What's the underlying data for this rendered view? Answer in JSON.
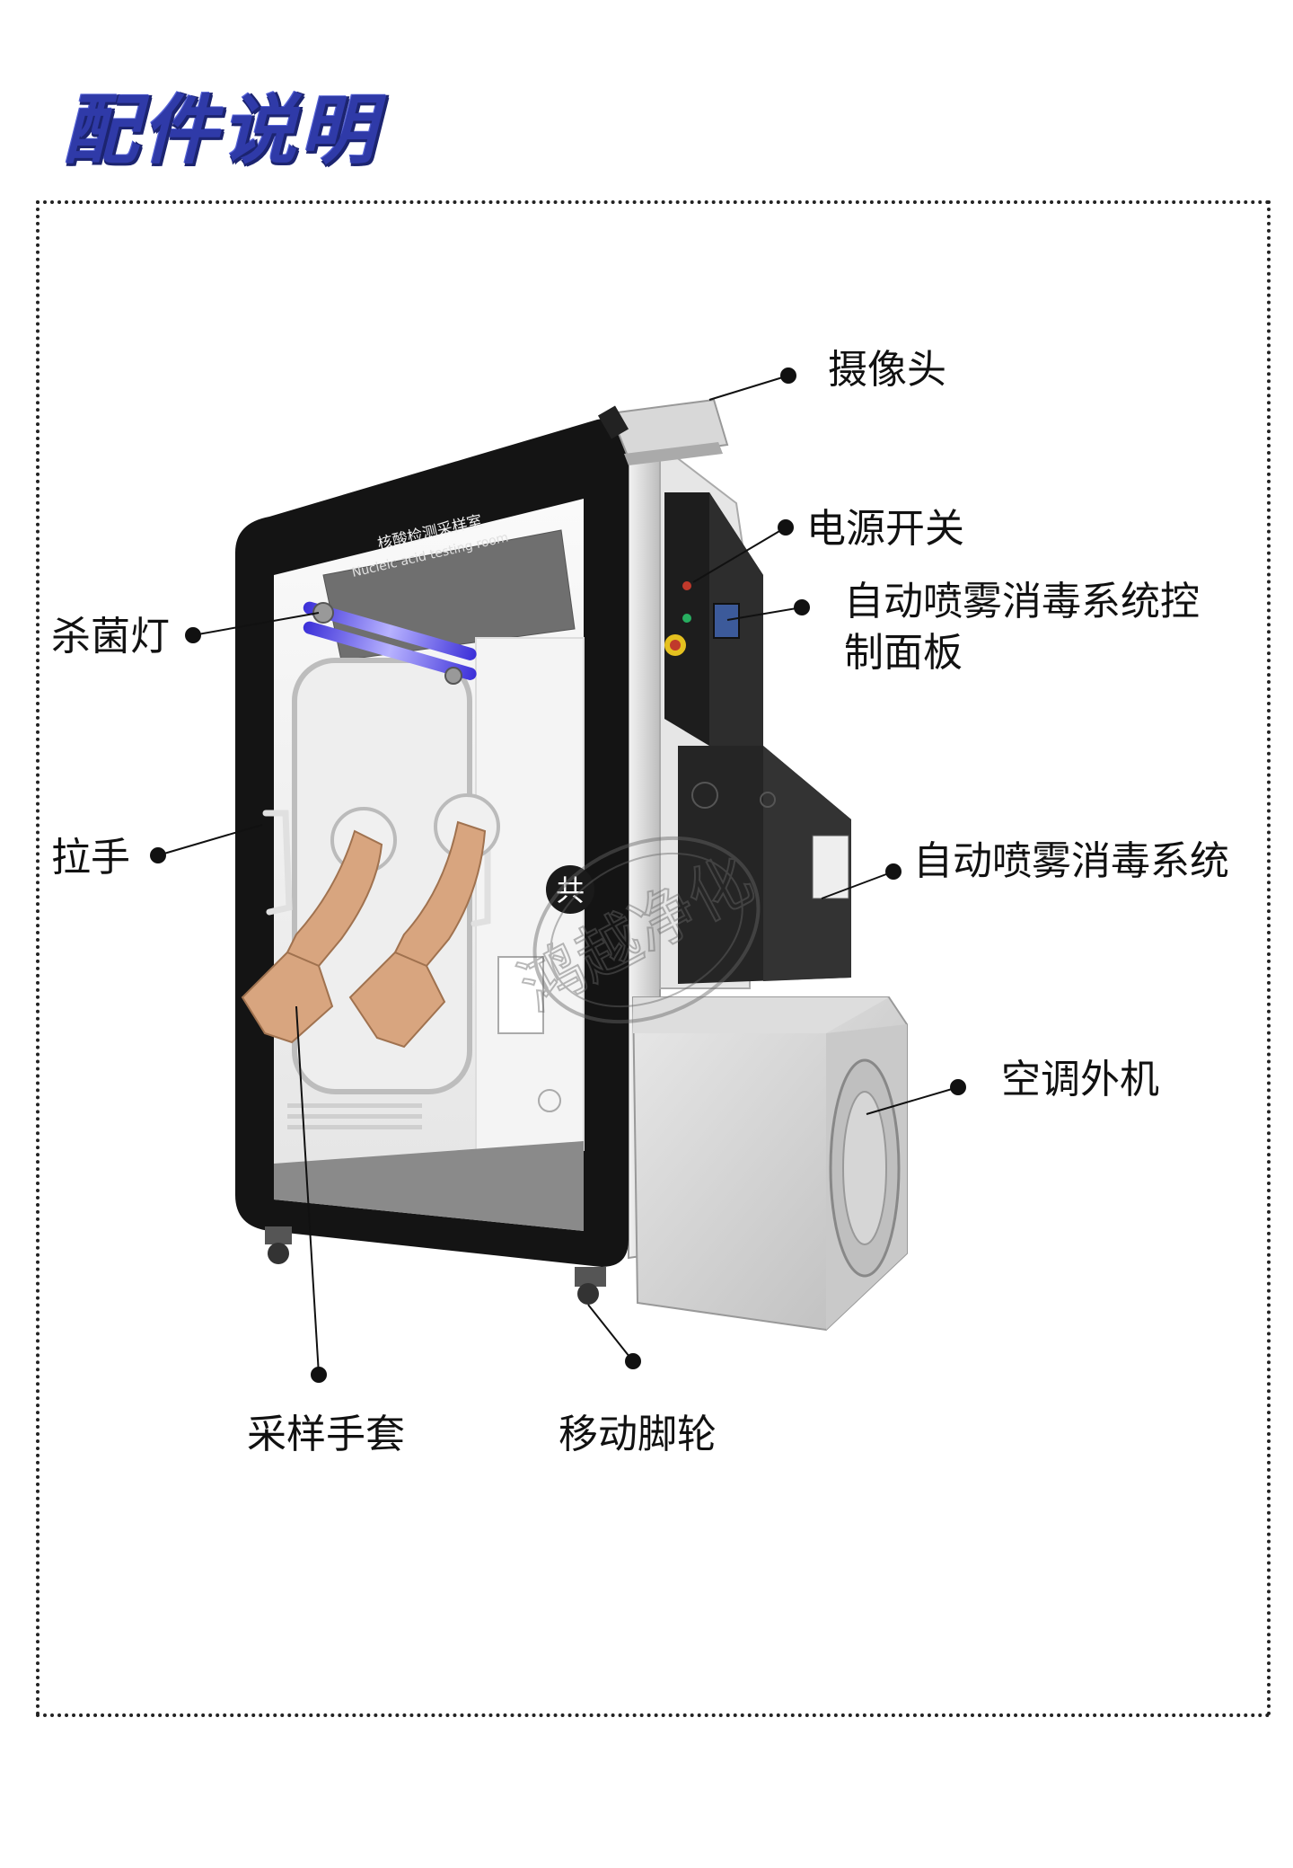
{
  "title": "配件说明",
  "panel_text": {
    "cn": "核酸检测采样室",
    "en": "Nucleic acid testing room"
  },
  "watermark": "鸿越净化",
  "door_logo": "共",
  "labels": {
    "camera": "摄像头",
    "power_switch": "电源开关",
    "spray_control_line1": "自动喷雾消毒系统控",
    "spray_control_line2": "制面板",
    "uv_lamp": "杀菌灯",
    "handle": "拉手",
    "spray_system": "自动喷雾消毒系统",
    "ac_outdoor": "空调外机",
    "gloves": "采样手套",
    "casters": "移动脚轮"
  },
  "colors": {
    "title": "#2f3aa8",
    "frame": "#1e1e1e",
    "uv_light": "#6a5cff",
    "glove": "#d8a57f"
  }
}
